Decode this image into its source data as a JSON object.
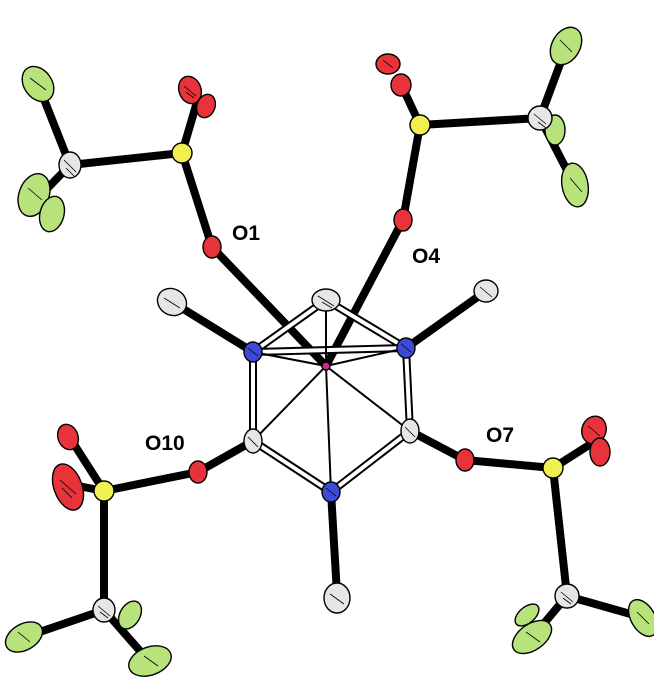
{
  "labels": {
    "o1": "O1",
    "o4": "O4",
    "o7": "O7",
    "o10": "O10"
  },
  "colors": {
    "bond": "#000000",
    "oxygen": "#e8333a",
    "sulfur": "#f2ef50",
    "fluorine": "#b8e27a",
    "carbon": "#e6e6e6",
    "nitrogen": "#3f49d8",
    "iodine": "#d4259a"
  }
}
